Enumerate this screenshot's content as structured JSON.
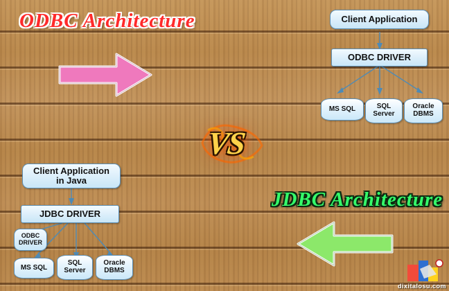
{
  "titles": {
    "odbc": "ODBC Architecture",
    "jdbc": "JDBC Architecture",
    "vs": "VS"
  },
  "odbc_diagram": {
    "client": "Client Application",
    "driver": "ODBC DRIVER",
    "databases": [
      "MS SQL",
      "SQL Server",
      "Oracle DBMS"
    ]
  },
  "jdbc_diagram": {
    "client_line1": "Client Application",
    "client_line2": "in Java",
    "driver": "JDBC DRIVER",
    "odbc_driver_line1": "ODBC",
    "odbc_driver_line2": "DRIVER",
    "databases": [
      "MS SQL",
      "SQL Server",
      "Oracle DBMS"
    ]
  },
  "arrows": {
    "odbc_arrow_color": "#f07ec0",
    "jdbc_arrow_color": "#8ce86a"
  },
  "watermark": {
    "text": "dixitalosu.com"
  },
  "colors": {
    "odbc_title": "#ff2b2b",
    "jdbc_title": "#35ff6a",
    "node_border": "#5c8fb5",
    "wood": "#bb8b4f"
  }
}
